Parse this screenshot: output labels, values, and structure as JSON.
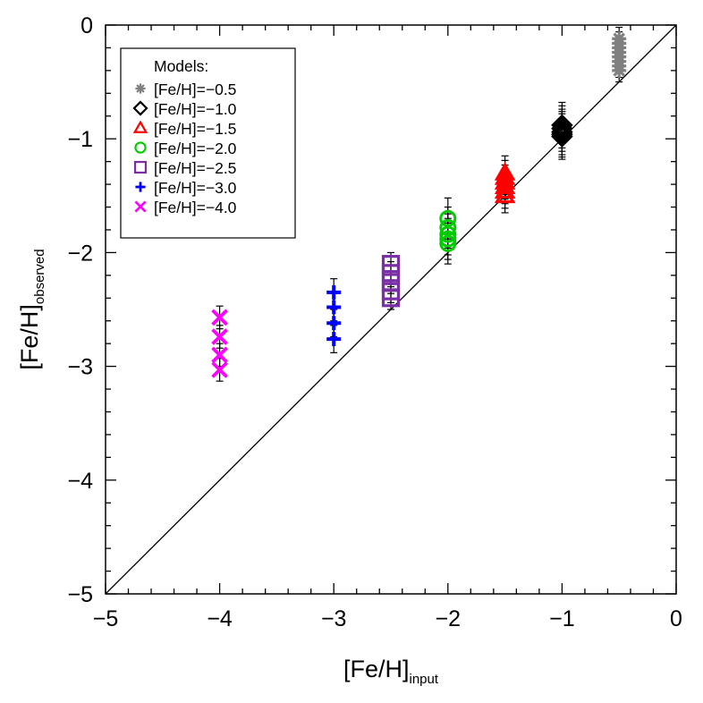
{
  "chart_data": {
    "type": "scatter",
    "title": "",
    "xlabel": {
      "main": "[Fe/H]",
      "sub": "input"
    },
    "ylabel": {
      "main": "[Fe/H]",
      "sub": "observed"
    },
    "xlim": [
      -5,
      0
    ],
    "ylim": [
      -5,
      0
    ],
    "xticks": [
      -5,
      -4,
      -3,
      -2,
      -1,
      0
    ],
    "yticks": [
      -5,
      -4,
      -3,
      -2,
      -1,
      0
    ],
    "xtick_labels": [
      "−5",
      "−4",
      "−3",
      "−2",
      "−1",
      "0"
    ],
    "ytick_labels": [
      "−5",
      "−4",
      "−3",
      "−2",
      "−1",
      "0"
    ],
    "grid": false,
    "one_to_one_line": true,
    "legend": {
      "position": "top-left",
      "title": "Models:",
      "entries": [
        "[Fe/H]=−0.5",
        "[Fe/H]=−1.0",
        "[Fe/H]=−1.5",
        "[Fe/H]=−2.0",
        "[Fe/H]=−2.5",
        "[Fe/H]=−3.0",
        "[Fe/H]=−4.0"
      ]
    },
    "series": [
      {
        "name": "[Fe/H]=−0.5",
        "marker": "asterisk",
        "color": "#808080",
        "x": -0.5,
        "y": [
          -0.12,
          -0.16,
          -0.2,
          -0.24,
          -0.28,
          -0.32,
          -0.36,
          -0.4
        ],
        "yerr": 0.1
      },
      {
        "name": "[Fe/H]=−1.0",
        "marker": "diamond",
        "color": "#000000",
        "x": -1.0,
        "y": [
          -0.88,
          -0.91,
          -0.94,
          -0.96,
          -0.98
        ],
        "yerr": 0.2
      },
      {
        "name": "[Fe/H]=−1.5",
        "marker": "triangle",
        "color": "#ff0000",
        "x": -1.5,
        "y": [
          -1.3,
          -1.34,
          -1.38,
          -1.42,
          -1.46,
          -1.5
        ],
        "yerr": 0.15
      },
      {
        "name": "[Fe/H]=−2.0",
        "marker": "circle",
        "color": "#00cc00",
        "x": -2.0,
        "y": [
          -1.7,
          -1.78,
          -1.84,
          -1.88,
          -1.92
        ],
        "yerr": 0.18
      },
      {
        "name": "[Fe/H]=−2.5",
        "marker": "square",
        "color": "#7b2fa6",
        "x": -2.5,
        "y": [
          -2.1,
          -2.18,
          -2.26,
          -2.34,
          -2.4
        ],
        "yerr": 0.1
      },
      {
        "name": "[Fe/H]=−3.0",
        "marker": "plus",
        "color": "#0000ff",
        "x": -3.0,
        "y": [
          -2.35,
          -2.48,
          -2.62,
          -2.76
        ],
        "yerr": 0.12
      },
      {
        "name": "[Fe/H]=−4.0",
        "marker": "cross",
        "color": "#ff00ff",
        "x": -4.0,
        "y": [
          -2.57,
          -2.74,
          -2.9,
          -3.03
        ],
        "yerr": 0.1
      }
    ]
  }
}
